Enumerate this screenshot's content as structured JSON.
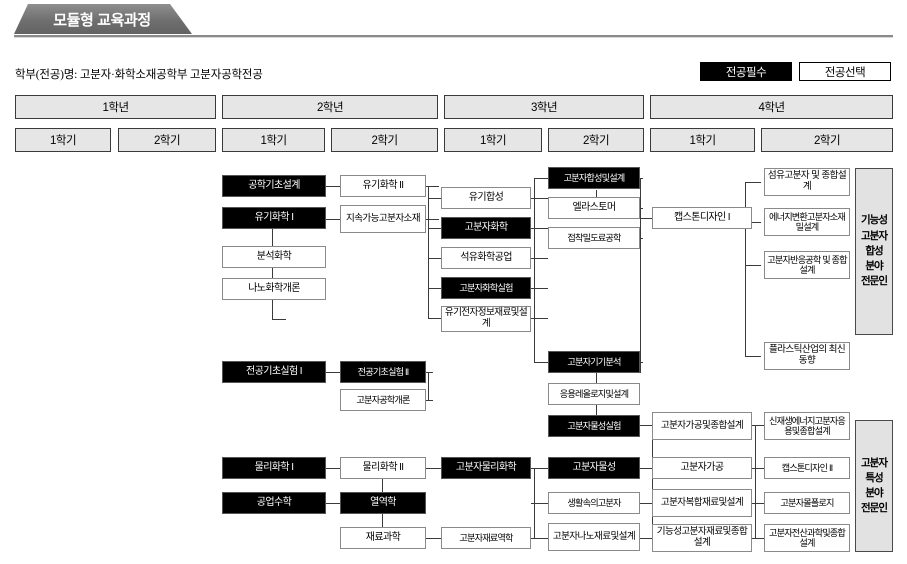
{
  "header": {
    "title": "모듈형 교육과정",
    "department_label": "학부(전공)명:",
    "department_value": "고분자·화학소재공학부  고분자공학전공",
    "department_line": "학부(전공)명:  고분자·화학소재공학부  고분자공학전공"
  },
  "legend": {
    "required": "전공필수",
    "elective": "전공선택"
  },
  "years": [
    {
      "label": "1학년",
      "semesters": [
        "1학기",
        "2학기"
      ]
    },
    {
      "label": "2학년",
      "semesters": [
        "1학기",
        "2학기"
      ]
    },
    {
      "label": "3학년",
      "semesters": [
        "1학기",
        "2학기"
      ]
    },
    {
      "label": "4학년",
      "semesters": [
        "1학기",
        "2학기"
      ]
    }
  ],
  "tracks": [
    {
      "lines": [
        "기능성",
        "고분자",
        "합성",
        "분야",
        "전문인"
      ]
    },
    {
      "lines": [
        "고분자",
        "특성",
        "분야",
        "전문인"
      ]
    }
  ],
  "courses": {
    "c1": {
      "name": "공학기초설계",
      "type": "required"
    },
    "c2": {
      "name": "유기화학 I",
      "type": "required"
    },
    "c3": {
      "name": "분석화학",
      "type": "elective"
    },
    "c4": {
      "name": "나노화학개론",
      "type": "elective"
    },
    "c5": {
      "name": "전공기초실험 I",
      "type": "required"
    },
    "c6": {
      "name": "물리화학 I",
      "type": "required"
    },
    "c7": {
      "name": "공업수학",
      "type": "required"
    },
    "c8": {
      "name": "유기화학 II",
      "type": "elective"
    },
    "c9": {
      "name": "지속가능고분자소재",
      "type": "elective"
    },
    "c10": {
      "name": "전공기초실험 II",
      "type": "required"
    },
    "c11": {
      "name": "고분자공학개론",
      "type": "elective"
    },
    "c12": {
      "name": "물리화학 II",
      "type": "elective"
    },
    "c13": {
      "name": "열역학",
      "type": "required"
    },
    "c14": {
      "name": "재료과학",
      "type": "elective"
    },
    "c15": {
      "name": "유기합성",
      "type": "elective"
    },
    "c16": {
      "name": "고분자화학",
      "type": "required"
    },
    "c17": {
      "name": "석유화학공업",
      "type": "elective"
    },
    "c18": {
      "name": "고분자화학실험",
      "type": "required"
    },
    "c19": {
      "name": "유기전자정보재료및설계",
      "type": "elective"
    },
    "c20": {
      "name": "고분자물리화학",
      "type": "required"
    },
    "c21": {
      "name": "고분자재료역학",
      "type": "elective"
    },
    "c22": {
      "name": "고분자합성및설계",
      "type": "required"
    },
    "c23": {
      "name": "엘라스토머",
      "type": "elective"
    },
    "c24": {
      "name": "접착밀도료공학",
      "type": "elective"
    },
    "c25": {
      "name": "고분자기기분석",
      "type": "required"
    },
    "c26": {
      "name": "응용레올로지및설계",
      "type": "elective"
    },
    "c27": {
      "name": "고분자물성실험",
      "type": "required"
    },
    "c28": {
      "name": "고분자물성",
      "type": "required"
    },
    "c29": {
      "name": "생활속의고분자",
      "type": "elective"
    },
    "c30": {
      "name": "고분자나노재료및설계",
      "type": "elective"
    },
    "c31": {
      "name": "캡스톤디자인 I",
      "type": "elective"
    },
    "c32": {
      "name": "고분자가공및종합설계",
      "type": "elective"
    },
    "c33": {
      "name": "고분자가공",
      "type": "elective"
    },
    "c34": {
      "name": "고분자복합재료및설계",
      "type": "elective"
    },
    "c35": {
      "name": "기능성고분자재료및종합설계",
      "type": "elective"
    },
    "c36": {
      "name": "섬유고분자 및 종합설계",
      "type": "elective"
    },
    "c37": {
      "name": "에너지변환고분자소재밀설계",
      "type": "elective"
    },
    "c38": {
      "name": "고분자반응공학 및 종합설계",
      "type": "elective"
    },
    "c39": {
      "name": "플라스틱산업의 최신동향",
      "type": "elective"
    },
    "c40": {
      "name": "신재생에너지고분자응용및종합설계",
      "type": "elective"
    },
    "c41": {
      "name": "캡스톤디자인 II",
      "type": "elective"
    },
    "c42": {
      "name": "고분자몰폴로지",
      "type": "elective"
    },
    "c43": {
      "name": "고분자전산과학및종합설계",
      "type": "elective"
    }
  },
  "colors": {
    "required_bg": "#000000",
    "elective_bg": "#ffffff",
    "header_bg": "#e6e6e6",
    "track_bg": "#e2e2e2",
    "title_bg": "#6f6f6f",
    "line": "#3a3a3a"
  }
}
